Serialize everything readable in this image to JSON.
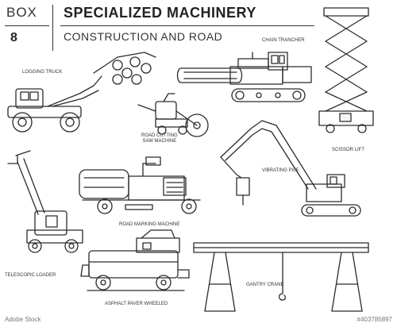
{
  "header": {
    "box_label": "BOX",
    "box_number": "8",
    "title": "SPECIALIZED MACHINERY",
    "subtitle": "CONSTRUCTION AND ROAD"
  },
  "machines": [
    {
      "id": "logging-truck",
      "label": "LOGGING TRUCK"
    },
    {
      "id": "chain-trancher",
      "label": "CHAIN TRANCHER"
    },
    {
      "id": "road-cutting-saw-machine",
      "label": "ROAD CUTTING SAW MACHINE",
      "line1": "ROAD CUTTING",
      "line2": "SAW MACHINE"
    },
    {
      "id": "scissor-lift",
      "label": "SCISSOR LIFT"
    },
    {
      "id": "vibrating-pile",
      "label": "VIBRATING PILE"
    },
    {
      "id": "road-marking-machine",
      "label": "ROAD MARKING MACHINE"
    },
    {
      "id": "telescopic-loader",
      "label": "TELESCOPIC LOADER"
    },
    {
      "id": "gantry-crane",
      "label": "GANTRY CRANE"
    },
    {
      "id": "asphalt-paver-wheeled",
      "label": "ASPHALT PAVER WHEELED"
    }
  ],
  "footer": {
    "watermark": "Adobe Stock",
    "image_id": "#403785897"
  }
}
